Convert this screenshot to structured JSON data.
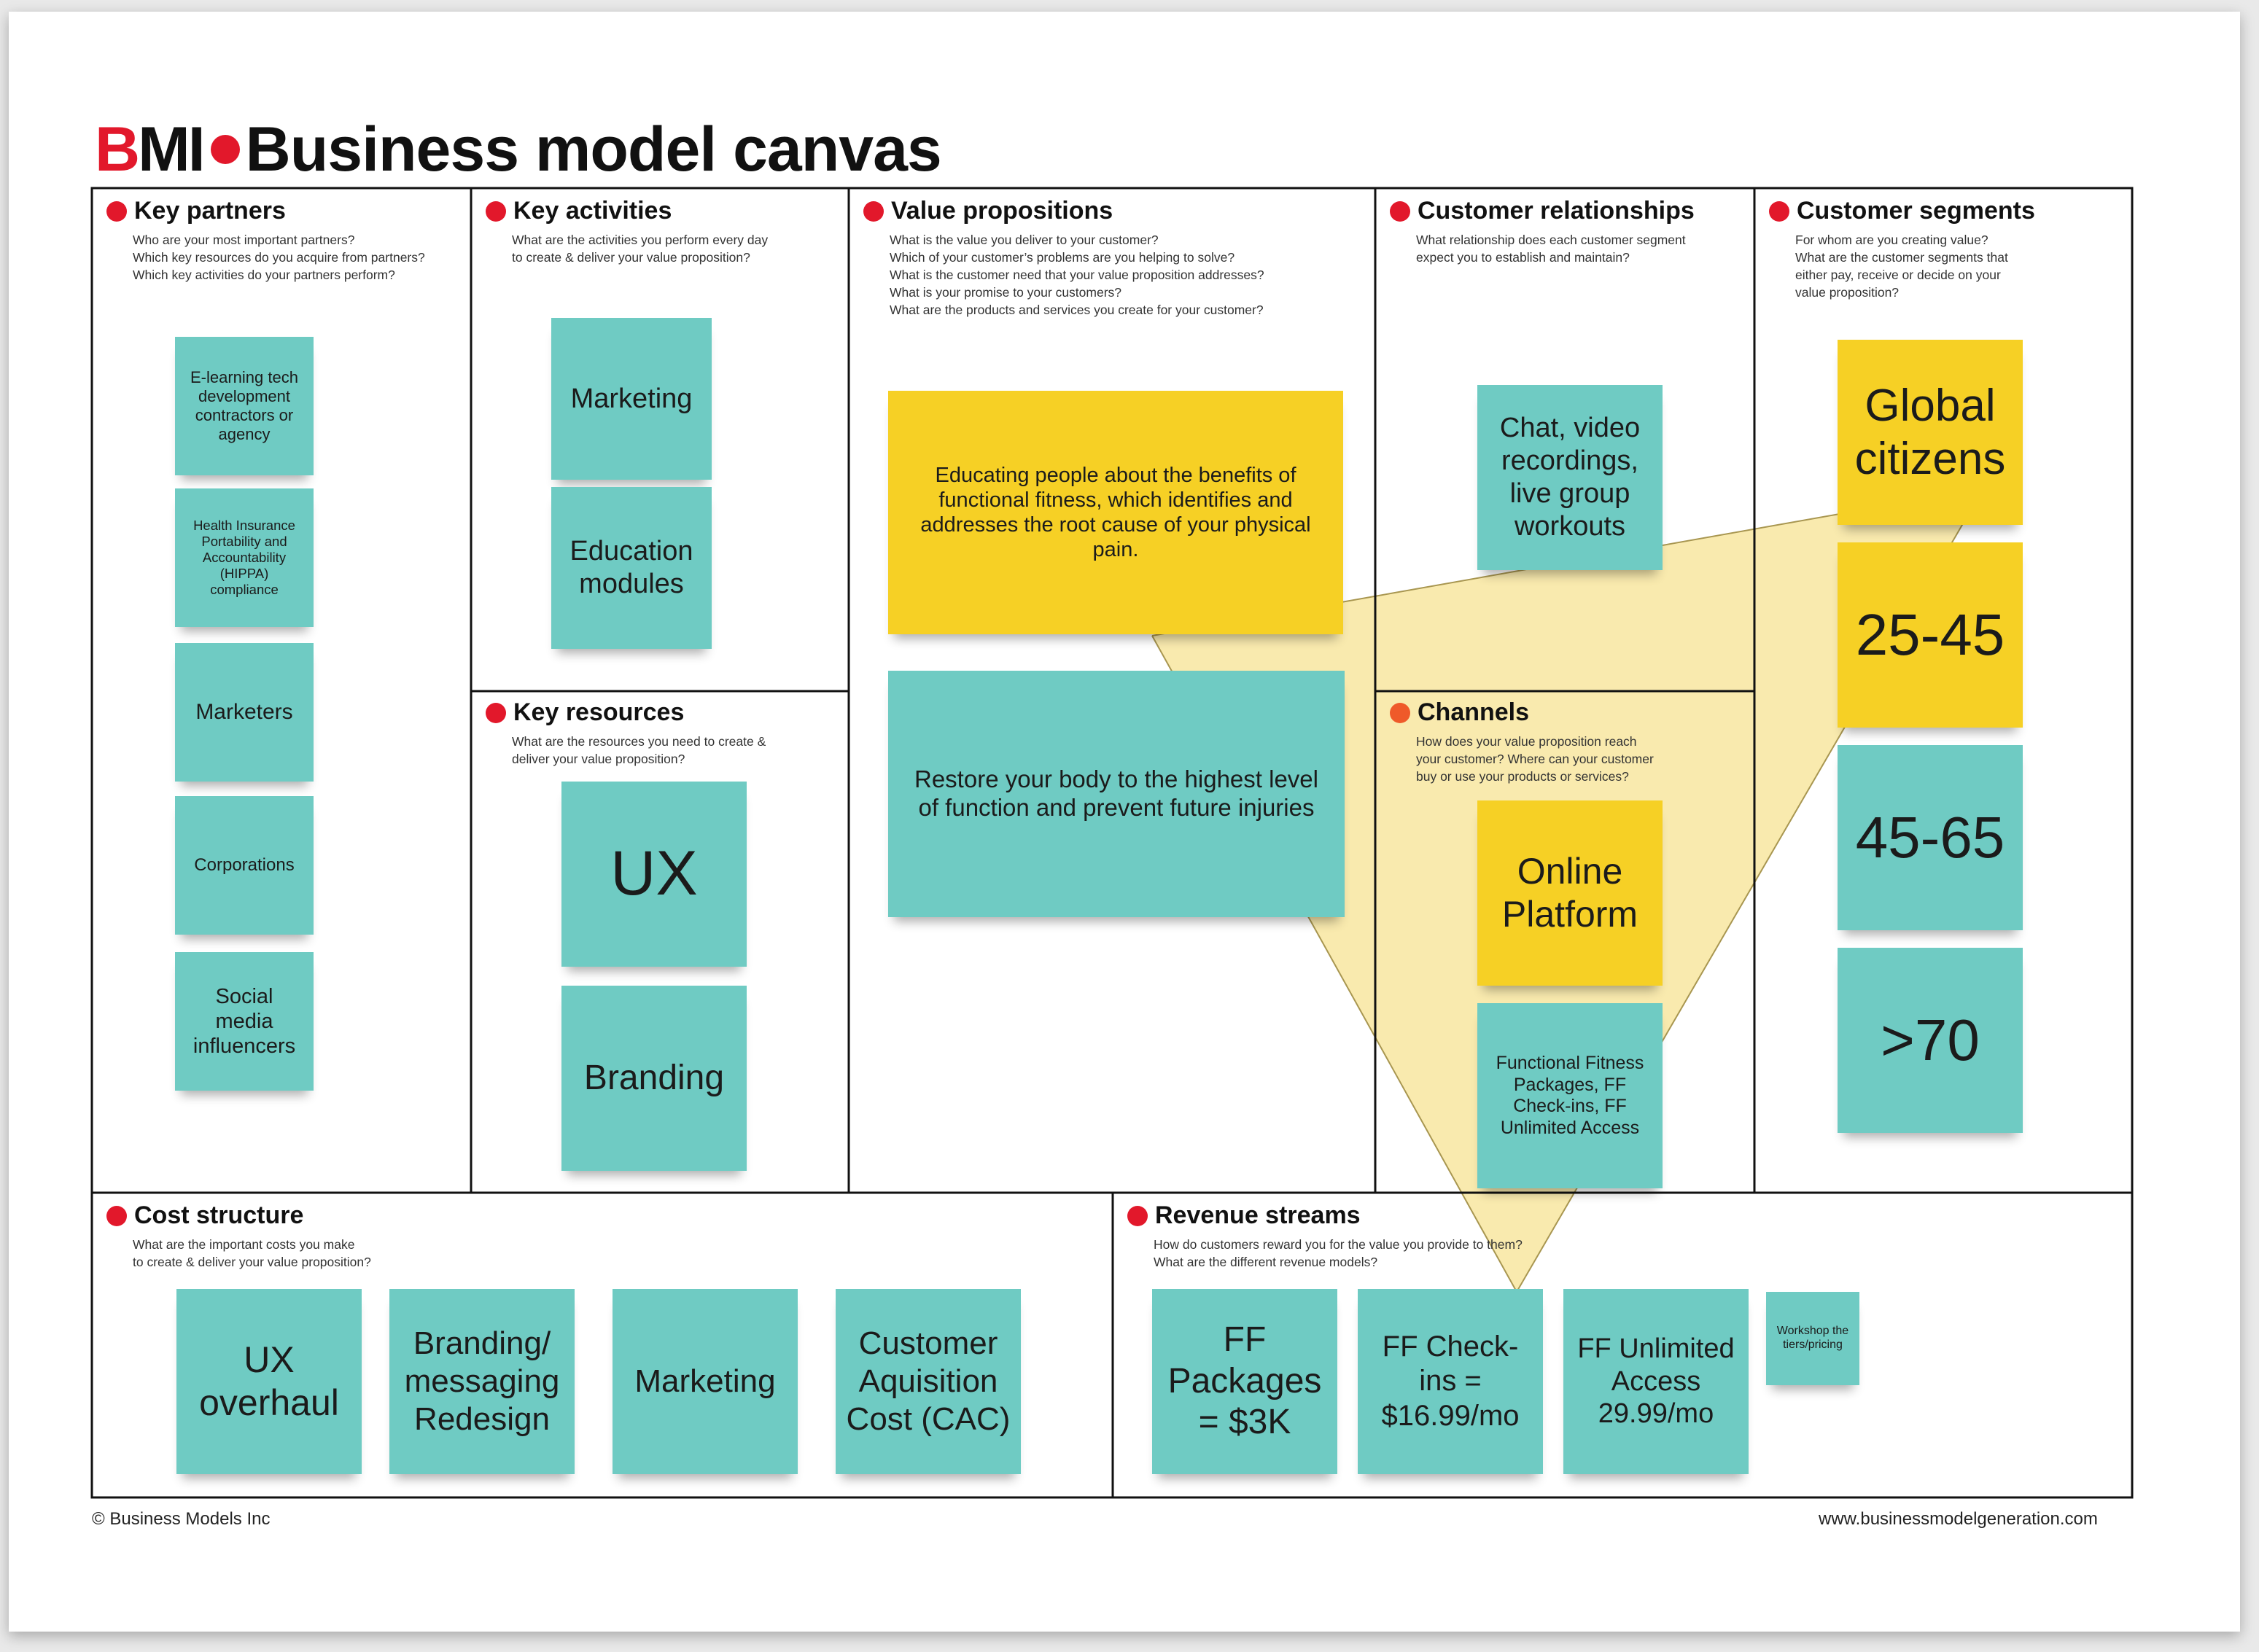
{
  "header": {
    "logo_b": "B",
    "logo_mi": "MI",
    "title": "Business model canvas"
  },
  "sections": {
    "key_partners": {
      "title": "Key partners",
      "questions": [
        "Who are your most important partners?",
        "Which key resources do you acquire from partners?",
        "Which key activities do your partners perform?"
      ]
    },
    "key_activities": {
      "title": "Key activities",
      "questions": [
        "What are the activities you perform every day",
        "to create & deliver your value proposition?"
      ]
    },
    "value_propositions": {
      "title": "Value propositions",
      "questions": [
        "What is the value you deliver to your customer?",
        "Which of your customer’s problems are you helping to solve?",
        "What is the customer need that your value proposition addresses?",
        "What is your promise to your customers?",
        "What are the products and services you create for your customer?"
      ]
    },
    "customer_relationships": {
      "title": "Customer relationships",
      "questions": [
        "What relationship does each customer segment",
        "expect you to establish and maintain?"
      ]
    },
    "customer_segments": {
      "title": "Customer segments",
      "questions": [
        "For whom are you creating value?",
        "What are the customer segments that",
        "either pay, receive or decide on your",
        "value proposition?"
      ]
    },
    "key_resources": {
      "title": "Key resources",
      "questions": [
        "What are the resources you need to create &",
        "deliver your value proposition?"
      ]
    },
    "channels": {
      "title": "Channels",
      "questions": [
        "How does your value proposition reach",
        "your customer? Where can your customer",
        "buy or use your products or services?"
      ]
    },
    "cost_structure": {
      "title": "Cost structure",
      "questions": [
        "What are the important costs you make",
        "to create & deliver your value proposition?"
      ]
    },
    "revenue_streams": {
      "title": "Revenue streams",
      "questions": [
        "How do customers reward you for the value you provide to them?",
        "What are the different revenue models?"
      ]
    }
  },
  "notes": {
    "key_partners": [
      "E-learning tech development contractors or agency",
      "Health Insurance Portability and Accountability (HIPPA) compliance",
      "Marketers",
      "Corporations",
      "Social media influencers"
    ],
    "key_activities": [
      "Marketing",
      "Education modules"
    ],
    "key_resources": [
      "UX",
      "Branding"
    ],
    "value_propositions": [
      "Educating people about the benefits of functional fitness, which identifies and addresses the root cause of your physical pain.",
      "Restore your body to the highest level of function and prevent future injuries"
    ],
    "customer_relationships": [
      "Chat, video recordings, live group workouts"
    ],
    "channels": [
      "Online Platform",
      "Functional Fitness Packages, FF Check-ins, FF Unlimited Access"
    ],
    "customer_segments": [
      "Global citizens",
      "25-45",
      "45-65",
      ">70"
    ],
    "cost_structure": [
      "UX overhaul",
      "Branding/ messaging Redesign",
      "Marketing",
      "Customer Aquisition Cost (CAC)"
    ],
    "revenue_streams": [
      "FF Packages = $3K",
      "FF Check-ins = $16.99/mo",
      "FF Unlimited Access 29.99/mo",
      "Workshop the tiers/pricing"
    ]
  },
  "footer": {
    "left": "© Business Models Inc",
    "right": "www.businessmodelgeneration.com"
  },
  "colors": {
    "accent_red": "#e2182b",
    "channels_dot": "#ef5a2a",
    "sticky_teal": "#6fcbc3",
    "sticky_yellow": "#f6d025",
    "highlight_triangle": "#f8e6a0"
  }
}
